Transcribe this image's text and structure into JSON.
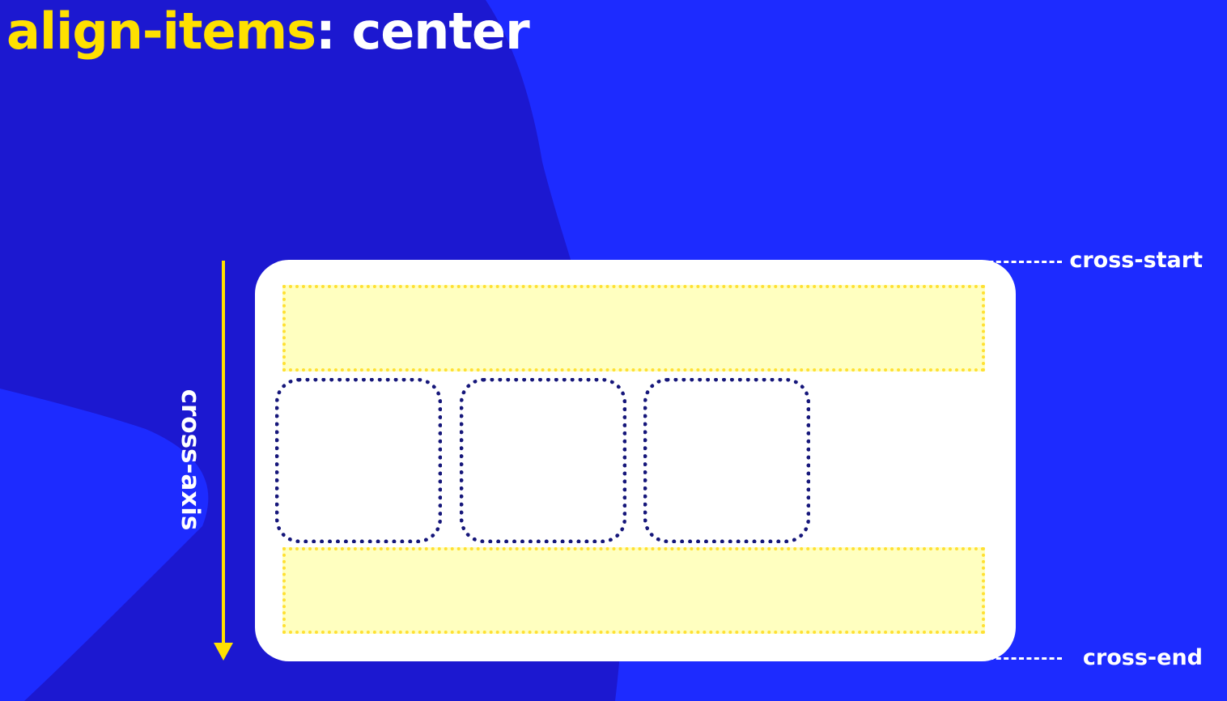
{
  "slide": {
    "title_property": "align-items",
    "title_separator": ": ",
    "title_value": "center",
    "axis_label": "cross-axis",
    "start_label": "cross-start",
    "end_label": "cross-end"
  },
  "colors": {
    "background": "#1d2bff",
    "background_dark": "#1c18d0",
    "accent_yellow": "#ffe000",
    "line_fill": "#ffffc0",
    "item_border": "#15167a",
    "container": "#ffffff"
  },
  "diagram": {
    "flex_lines": 2,
    "flex_items": 3
  }
}
